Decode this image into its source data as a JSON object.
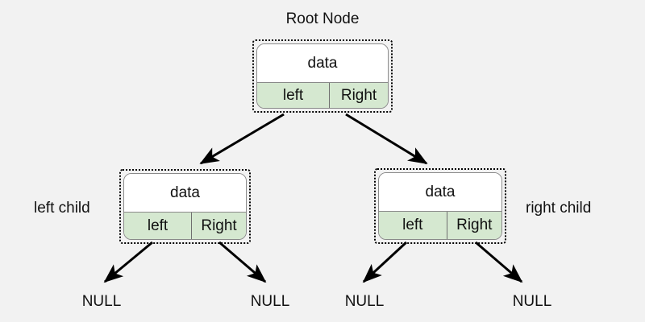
{
  "diagram": {
    "title": "Root Node",
    "background_color": "#f2f2f2",
    "node_fill_data": "#ffffff",
    "node_fill_pointers": "#d5e8d0",
    "border_color": "#8a8a8a",
    "outline_color": "#000000",
    "edge_color": "#000000"
  },
  "nodes": {
    "root": {
      "data_label": "data",
      "left_label": "left",
      "right_label": "Right"
    },
    "left_child": {
      "data_label": "data",
      "left_label": "left",
      "right_label": "Right"
    },
    "right_child": {
      "data_label": "data",
      "left_label": "left",
      "right_label": "Right"
    }
  },
  "labels": {
    "root_node": "Root Node",
    "left_child": "left child",
    "right_child": "right child"
  },
  "null_leaves": [
    {
      "text": "NULL"
    },
    {
      "text": "NULL"
    },
    {
      "text": "NULL"
    },
    {
      "text": "NULL"
    }
  ]
}
